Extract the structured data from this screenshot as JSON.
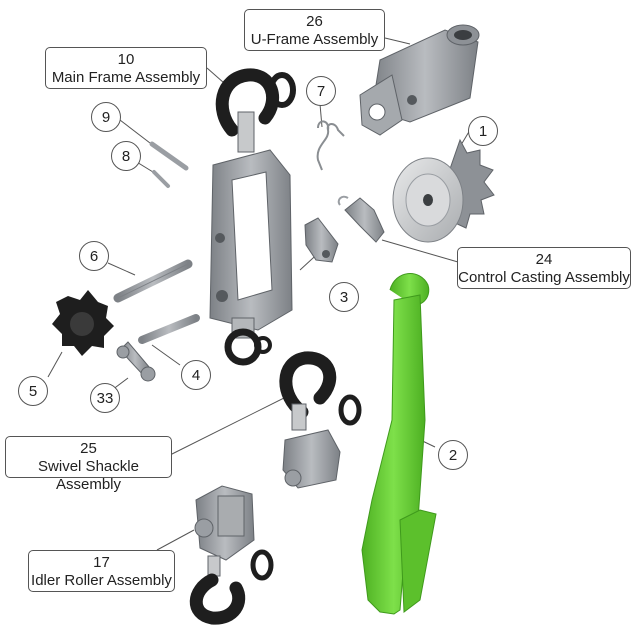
{
  "labels": {
    "u_frame": {
      "num": "26",
      "name": "U-Frame Assembly"
    },
    "main_frame": {
      "num": "10",
      "name": "Main Frame Assembly"
    },
    "control_casting": {
      "num": "24",
      "name": "Control Casting Assembly"
    },
    "swivel_shackle": {
      "num": "25",
      "name": "Swivel Shackle Assembly"
    },
    "idler_roller": {
      "num": "17",
      "name": "Idler Roller Assembly"
    }
  },
  "callouts": {
    "c1": "1",
    "c2": "2",
    "c3": "3",
    "c4": "4",
    "c5": "5",
    "c6": "6",
    "c7": "7",
    "c8": "8",
    "c9": "9",
    "c33": "33"
  },
  "colors": {
    "strap": "#66cc33",
    "strap_dark": "#3f9a1c",
    "metal": "#9a9ea3",
    "metal_dark": "#6e7378",
    "rubber": "#1e1e1e",
    "line": "#555555"
  }
}
